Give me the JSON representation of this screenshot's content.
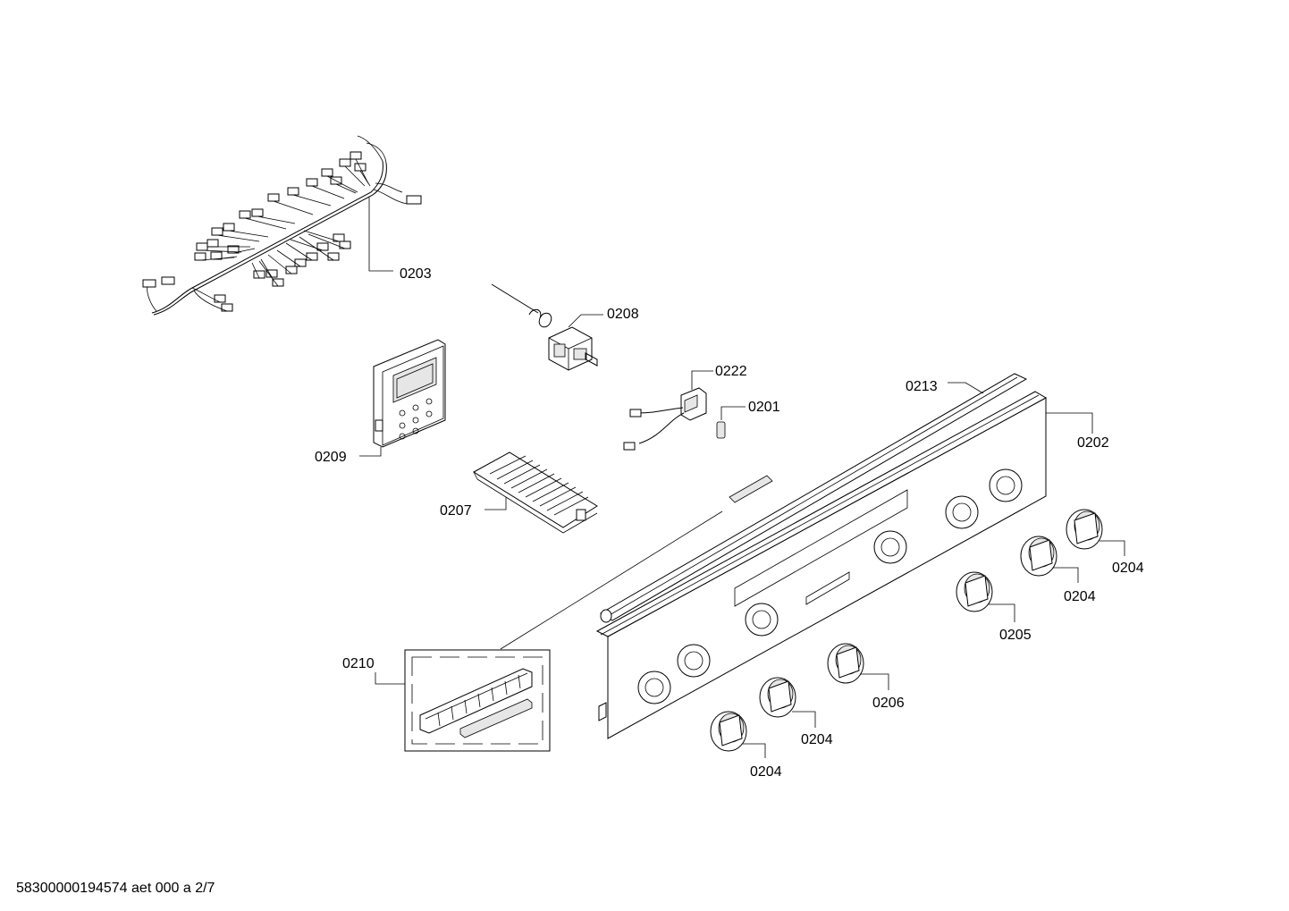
{
  "labels": {
    "p0203": "0203",
    "p0208": "0208",
    "p0222": "0222",
    "p0201": "0201",
    "p0213": "0213",
    "p0202": "0202",
    "p0209": "0209",
    "p0207": "0207",
    "p0204_a": "0204",
    "p0204_b": "0204",
    "p0205": "0205",
    "p0210": "0210",
    "p0206": "0206",
    "p0204_c": "0204",
    "p0204_d": "0204"
  },
  "footer": {
    "doc_id": "58300000194574 aet 000 a 2/7"
  }
}
